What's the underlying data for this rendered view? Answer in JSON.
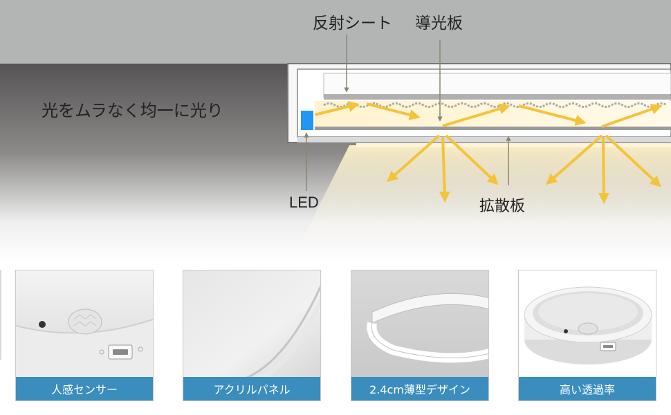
{
  "diagram": {
    "labels": {
      "reflect_sheet": "反射シート",
      "light_guide": "導光板",
      "tagline": "光をムラなく均一に光り",
      "led": "LED",
      "diffuser": "拡散板"
    },
    "colors": {
      "ceiling": "#b3b4b4",
      "arrow": "#f5c33a",
      "led": "#2196f3",
      "pointer": "#878772"
    }
  },
  "features": [
    {
      "caption": "人感センサー",
      "icon": "motion-sensor"
    },
    {
      "caption": "アクリルパネル",
      "icon": "acrylic-panel"
    },
    {
      "caption": "2.4cm薄型デザイン",
      "icon": "thin-ring"
    },
    {
      "caption": "高い透過率",
      "icon": "round-light"
    }
  ],
  "caption_color": "#3a8dbd"
}
